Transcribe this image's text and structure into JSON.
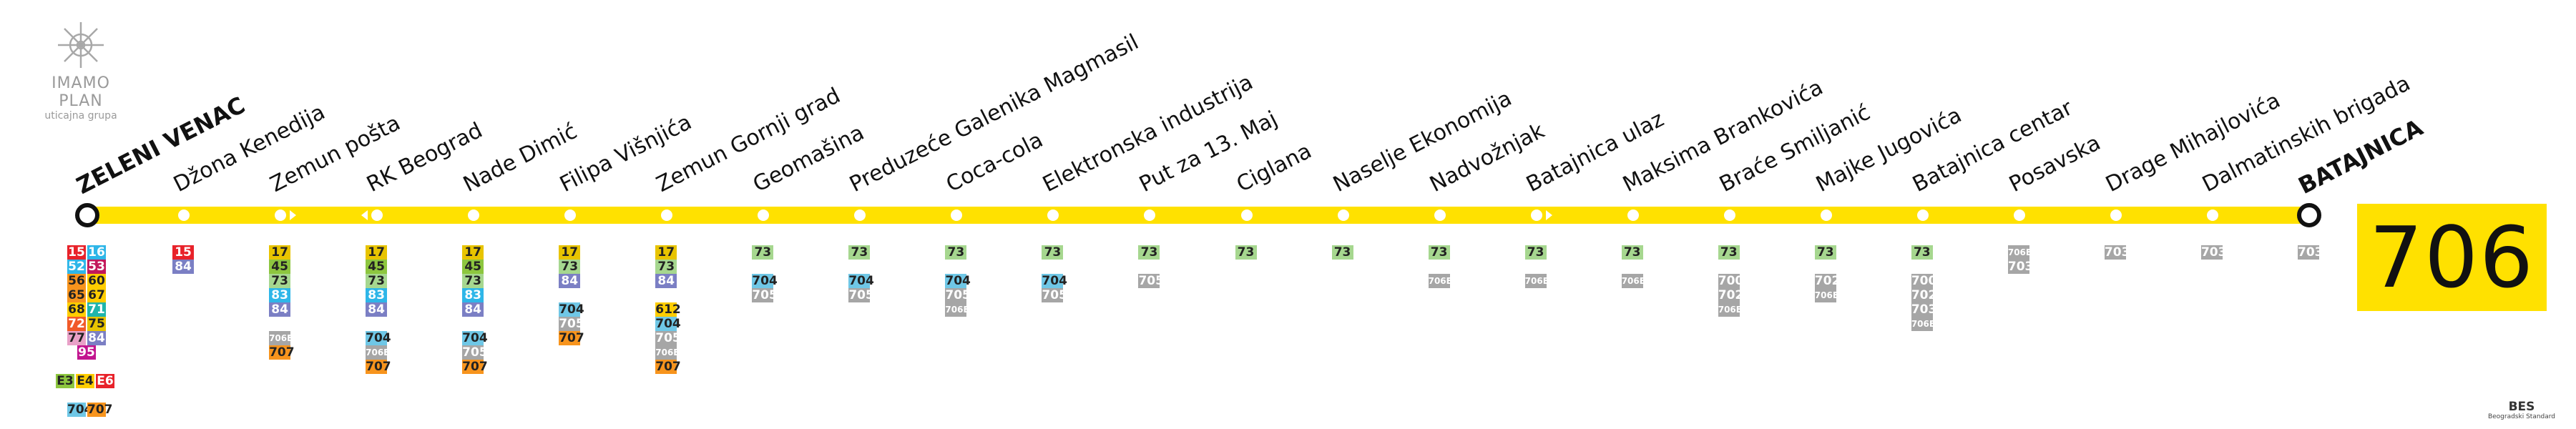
{
  "brand": {
    "name": "IMAMO PLAN",
    "subtitle": "uticajna grupa"
  },
  "route": {
    "number": "706",
    "line_color": "#ffe100"
  },
  "footer": {
    "logo_text": "BES",
    "logo_subtitle": "Beogradski Standard"
  },
  "stops": [
    {
      "name": "ZELENI VENAC",
      "terminal": true,
      "direction": "none",
      "lines": [
        [
          {
            "n": "15",
            "c": "#e8222a",
            "t": "#fff"
          },
          {
            "n": "16",
            "c": "#2eb6e8",
            "t": "#fff"
          }
        ],
        [
          {
            "n": "52",
            "c": "#2eb6e8",
            "t": "#fff"
          },
          {
            "n": "53",
            "c": "#c2185b",
            "t": "#fff"
          }
        ],
        [
          {
            "n": "56",
            "c": "#f7941d",
            "t": "#222"
          },
          {
            "n": "60",
            "c": "#ffcd00",
            "t": "#222"
          }
        ],
        [
          {
            "n": "65",
            "c": "#f7941d",
            "t": "#222"
          },
          {
            "n": "67",
            "c": "#ffcd00",
            "t": "#222"
          }
        ],
        [
          {
            "n": "68",
            "c": "#ffcd00",
            "t": "#222"
          },
          {
            "n": "71",
            "c": "#1fb5ac",
            "t": "#fff"
          }
        ],
        [
          {
            "n": "72",
            "c": "#f15a29",
            "t": "#fff"
          },
          {
            "n": "75",
            "c": "#e8c400",
            "t": "#222"
          }
        ],
        [
          {
            "n": "77",
            "c": "#e9a1c8",
            "t": "#222"
          },
          {
            "n": "84",
            "c": "#7b7fc4",
            "t": "#fff"
          }
        ],
        [
          {
            "n": "95",
            "c": "#c2158f",
            "t": "#fff"
          }
        ],
        [],
        [
          {
            "n": "E3",
            "c": "#8dc63f",
            "t": "#222"
          },
          {
            "n": "E4",
            "c": "#ffcd00",
            "t": "#222"
          },
          {
            "n": "E6",
            "c": "#e8222a",
            "t": "#fff"
          }
        ],
        [],
        [
          {
            "n": "704",
            "c": "#6fc7e6",
            "t": "#222"
          },
          {
            "n": "707",
            "c": "#f7941d",
            "t": "#222"
          }
        ]
      ]
    },
    {
      "name": "Džona Kenedija",
      "terminal": false,
      "direction": "none",
      "lines": [
        [
          {
            "n": "15",
            "c": "#e8222a",
            "t": "#fff"
          }
        ],
        [
          {
            "n": "84",
            "c": "#7b7fc4",
            "t": "#fff"
          }
        ]
      ]
    },
    {
      "name": "Zemun pošta",
      "terminal": false,
      "direction": "forward",
      "lines": [
        [
          {
            "n": "17",
            "c": "#e8c400",
            "t": "#222"
          }
        ],
        [
          {
            "n": "45",
            "c": "#8dc63f",
            "t": "#222"
          }
        ],
        [
          {
            "n": "73",
            "c": "#a6d78f",
            "t": "#222"
          }
        ],
        [
          {
            "n": "83",
            "c": "#2eb6e8",
            "t": "#fff"
          }
        ],
        [
          {
            "n": "84",
            "c": "#7b7fc4",
            "t": "#fff"
          }
        ],
        [],
        [
          {
            "n": "706E",
            "c": "#a6a6a6",
            "t": "#fff"
          }
        ],
        [
          {
            "n": "707",
            "c": "#f7941d",
            "t": "#222"
          }
        ]
      ]
    },
    {
      "name": "RK Beograd",
      "terminal": false,
      "direction": "backward",
      "lines": [
        [
          {
            "n": "17",
            "c": "#e8c400",
            "t": "#222"
          }
        ],
        [
          {
            "n": "45",
            "c": "#8dc63f",
            "t": "#222"
          }
        ],
        [
          {
            "n": "73",
            "c": "#a6d78f",
            "t": "#222"
          }
        ],
        [
          {
            "n": "83",
            "c": "#2eb6e8",
            "t": "#fff"
          }
        ],
        [
          {
            "n": "84",
            "c": "#7b7fc4",
            "t": "#fff"
          }
        ],
        [],
        [
          {
            "n": "704",
            "c": "#6fc7e6",
            "t": "#222"
          }
        ],
        [
          {
            "n": "706E",
            "c": "#a6a6a6",
            "t": "#fff"
          }
        ],
        [
          {
            "n": "707",
            "c": "#f7941d",
            "t": "#222"
          }
        ]
      ]
    },
    {
      "name": "Nade Dimić",
      "terminal": false,
      "direction": "none",
      "lines": [
        [
          {
            "n": "17",
            "c": "#e8c400",
            "t": "#222"
          }
        ],
        [
          {
            "n": "45",
            "c": "#8dc63f",
            "t": "#222"
          }
        ],
        [
          {
            "n": "73",
            "c": "#a6d78f",
            "t": "#222"
          }
        ],
        [
          {
            "n": "83",
            "c": "#2eb6e8",
            "t": "#fff"
          }
        ],
        [
          {
            "n": "84",
            "c": "#7b7fc4",
            "t": "#fff"
          }
        ],
        [],
        [
          {
            "n": "704",
            "c": "#6fc7e6",
            "t": "#222"
          }
        ],
        [
          {
            "n": "705",
            "c": "#a6a6a6",
            "t": "#fff"
          }
        ],
        [
          {
            "n": "707",
            "c": "#f7941d",
            "t": "#222"
          }
        ]
      ]
    },
    {
      "name": "Filipa Višnjića",
      "terminal": false,
      "direction": "none",
      "lines": [
        [
          {
            "n": "17",
            "c": "#e8c400",
            "t": "#222"
          }
        ],
        [
          {
            "n": "73",
            "c": "#a6d78f",
            "t": "#222"
          }
        ],
        [
          {
            "n": "84",
            "c": "#7b7fc4",
            "t": "#fff"
          }
        ],
        [],
        [
          {
            "n": "704",
            "c": "#6fc7e6",
            "t": "#222"
          }
        ],
        [
          {
            "n": "705",
            "c": "#a6a6a6",
            "t": "#fff"
          }
        ],
        [
          {
            "n": "707",
            "c": "#f7941d",
            "t": "#222"
          }
        ]
      ]
    },
    {
      "name": "Zemun Gornji grad",
      "terminal": false,
      "direction": "none",
      "lines": [
        [
          {
            "n": "17",
            "c": "#e8c400",
            "t": "#222"
          }
        ],
        [
          {
            "n": "73",
            "c": "#a6d78f",
            "t": "#222"
          }
        ],
        [
          {
            "n": "84",
            "c": "#7b7fc4",
            "t": "#fff"
          }
        ],
        [],
        [
          {
            "n": "612",
            "c": "#ffcd00",
            "t": "#222"
          }
        ],
        [
          {
            "n": "704",
            "c": "#6fc7e6",
            "t": "#222"
          }
        ],
        [
          {
            "n": "705",
            "c": "#a6a6a6",
            "t": "#fff"
          }
        ],
        [
          {
            "n": "706E",
            "c": "#a6a6a6",
            "t": "#fff"
          }
        ],
        [
          {
            "n": "707",
            "c": "#f7941d",
            "t": "#222"
          }
        ]
      ]
    },
    {
      "name": "Geomašina",
      "terminal": false,
      "direction": "none",
      "lines": [
        [
          {
            "n": "73",
            "c": "#a6d78f",
            "t": "#222"
          }
        ],
        [],
        [
          {
            "n": "704",
            "c": "#6fc7e6",
            "t": "#222"
          }
        ],
        [
          {
            "n": "705",
            "c": "#a6a6a6",
            "t": "#fff"
          }
        ]
      ]
    },
    {
      "name": "Preduzeće Galenika Magmasil",
      "terminal": false,
      "direction": "none",
      "lines": [
        [
          {
            "n": "73",
            "c": "#a6d78f",
            "t": "#222"
          }
        ],
        [],
        [
          {
            "n": "704",
            "c": "#6fc7e6",
            "t": "#222"
          }
        ],
        [
          {
            "n": "705",
            "c": "#a6a6a6",
            "t": "#fff"
          }
        ]
      ]
    },
    {
      "name": "Coca-cola",
      "terminal": false,
      "direction": "none",
      "lines": [
        [
          {
            "n": "73",
            "c": "#a6d78f",
            "t": "#222"
          }
        ],
        [],
        [
          {
            "n": "704",
            "c": "#6fc7e6",
            "t": "#222"
          }
        ],
        [
          {
            "n": "705",
            "c": "#a6a6a6",
            "t": "#fff"
          }
        ],
        [
          {
            "n": "706E",
            "c": "#a6a6a6",
            "t": "#fff"
          }
        ]
      ]
    },
    {
      "name": "Elektronska industrija",
      "terminal": false,
      "direction": "none",
      "lines": [
        [
          {
            "n": "73",
            "c": "#a6d78f",
            "t": "#222"
          }
        ],
        [],
        [
          {
            "n": "704",
            "c": "#6fc7e6",
            "t": "#222"
          }
        ],
        [
          {
            "n": "705",
            "c": "#a6a6a6",
            "t": "#fff"
          }
        ]
      ]
    },
    {
      "name": "Put za 13. Maj",
      "terminal": false,
      "direction": "none",
      "lines": [
        [
          {
            "n": "73",
            "c": "#a6d78f",
            "t": "#222"
          }
        ],
        [],
        [
          {
            "n": "705",
            "c": "#a6a6a6",
            "t": "#fff"
          }
        ]
      ]
    },
    {
      "name": "Ciglana",
      "terminal": false,
      "direction": "none",
      "lines": [
        [
          {
            "n": "73",
            "c": "#a6d78f",
            "t": "#222"
          }
        ]
      ]
    },
    {
      "name": "Naselje Ekonomija",
      "terminal": false,
      "direction": "none",
      "lines": [
        [
          {
            "n": "73",
            "c": "#a6d78f",
            "t": "#222"
          }
        ]
      ]
    },
    {
      "name": "Nadvožnjak",
      "terminal": false,
      "direction": "none",
      "lines": [
        [
          {
            "n": "73",
            "c": "#a6d78f",
            "t": "#222"
          }
        ],
        [],
        [
          {
            "n": "706E",
            "c": "#a6a6a6",
            "t": "#fff"
          }
        ]
      ]
    },
    {
      "name": "Batajnica ulaz",
      "terminal": false,
      "direction": "forward",
      "lines": [
        [
          {
            "n": "73",
            "c": "#a6d78f",
            "t": "#222"
          }
        ],
        [],
        [
          {
            "n": "706E",
            "c": "#a6a6a6",
            "t": "#fff"
          }
        ]
      ]
    },
    {
      "name": "Maksima Brankovića",
      "terminal": false,
      "direction": "none",
      "lines": [
        [
          {
            "n": "73",
            "c": "#a6d78f",
            "t": "#222"
          }
        ],
        [],
        [
          {
            "n": "706E",
            "c": "#a6a6a6",
            "t": "#fff"
          }
        ]
      ]
    },
    {
      "name": "Braće Smiljanić",
      "terminal": false,
      "direction": "none",
      "lines": [
        [
          {
            "n": "73",
            "c": "#a6d78f",
            "t": "#222"
          }
        ],
        [],
        [
          {
            "n": "700",
            "c": "#a6a6a6",
            "t": "#fff"
          }
        ],
        [
          {
            "n": "702",
            "c": "#a6a6a6",
            "t": "#fff"
          }
        ],
        [
          {
            "n": "706E",
            "c": "#a6a6a6",
            "t": "#fff"
          }
        ]
      ]
    },
    {
      "name": "Majke Jugovića",
      "terminal": false,
      "direction": "none",
      "lines": [
        [
          {
            "n": "73",
            "c": "#a6d78f",
            "t": "#222"
          }
        ],
        [],
        [
          {
            "n": "702",
            "c": "#a6a6a6",
            "t": "#fff"
          }
        ],
        [
          {
            "n": "706E",
            "c": "#a6a6a6",
            "t": "#fff"
          }
        ]
      ]
    },
    {
      "name": "Batajnica centar",
      "terminal": false,
      "direction": "none",
      "lines": [
        [
          {
            "n": "73",
            "c": "#a6d78f",
            "t": "#222"
          }
        ],
        [],
        [
          {
            "n": "700",
            "c": "#a6a6a6",
            "t": "#fff"
          }
        ],
        [
          {
            "n": "702",
            "c": "#a6a6a6",
            "t": "#fff"
          }
        ],
        [
          {
            "n": "703",
            "c": "#a6a6a6",
            "t": "#fff"
          }
        ],
        [
          {
            "n": "706E",
            "c": "#a6a6a6",
            "t": "#fff"
          }
        ]
      ]
    },
    {
      "name": "Posavska",
      "terminal": false,
      "direction": "none",
      "lines": [
        [
          {
            "n": "706E",
            "c": "#a6a6a6",
            "t": "#fff"
          }
        ],
        [
          {
            "n": "703",
            "c": "#a6a6a6",
            "t": "#fff"
          }
        ]
      ]
    },
    {
      "name": "Drage Mihajlovića",
      "terminal": false,
      "direction": "none",
      "lines": [
        [
          {
            "n": "703",
            "c": "#a6a6a6",
            "t": "#fff"
          }
        ]
      ]
    },
    {
      "name": "Dalmatinskih brigada",
      "terminal": false,
      "direction": "none",
      "lines": [
        [
          {
            "n": "703",
            "c": "#a6a6a6",
            "t": "#fff"
          }
        ]
      ]
    },
    {
      "name": "BATAJNICA",
      "terminal": true,
      "direction": "none",
      "lines": [
        [
          {
            "n": "703",
            "c": "#a6a6a6",
            "t": "#fff"
          }
        ]
      ]
    }
  ]
}
